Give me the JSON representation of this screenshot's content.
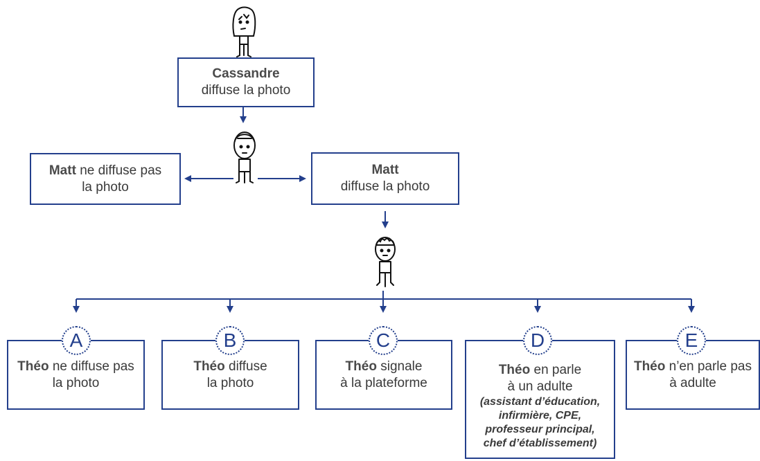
{
  "colors": {
    "line": "#233f8c",
    "text": "#3a3a3a"
  },
  "cassandre": {
    "name": "Cassandre",
    "action": "diffuse la photo"
  },
  "matt_no": {
    "name": "Matt",
    "action_line1": "ne diffuse pas",
    "action_line2": "la photo"
  },
  "matt_yes": {
    "name": "Matt",
    "action": "diffuse la photo"
  },
  "options": [
    {
      "letter": "A",
      "name": "Théo",
      "line1": "ne diffuse pas",
      "line2": "la photo"
    },
    {
      "letter": "B",
      "name": "Théo",
      "line1": "diffuse",
      "line2": "la photo"
    },
    {
      "letter": "C",
      "name": "Théo",
      "line1": "signale",
      "line2": "à la plateforme"
    },
    {
      "letter": "D",
      "name": "Théo",
      "line1": "en parle",
      "line2": "à un adulte",
      "note": [
        "(assistant d’éducation,",
        "infirmière, CPE,",
        "professeur principal,",
        "chef d’établissement)"
      ]
    },
    {
      "letter": "E",
      "name": "Théo",
      "line1": "n’en parle pas",
      "line2": "à adulte"
    }
  ],
  "icons": [
    "person-girl-icon",
    "person-boy-icon",
    "person-boy-curly-icon"
  ]
}
